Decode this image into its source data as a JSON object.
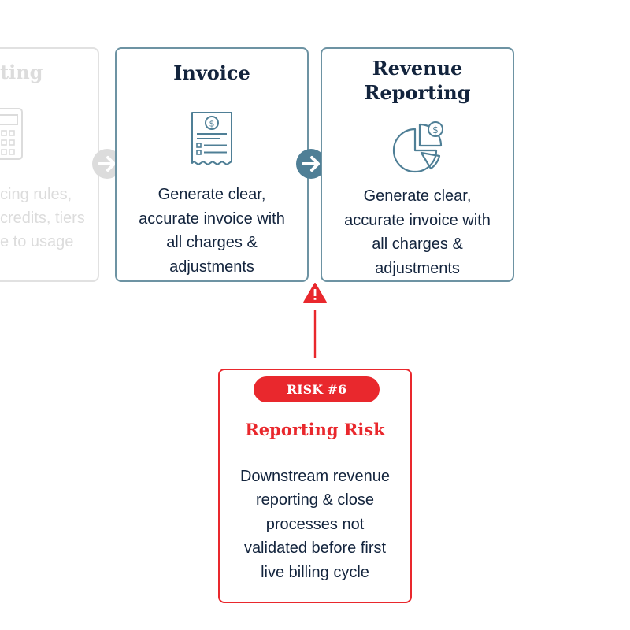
{
  "colors": {
    "accent_teal": "#4f7f96",
    "card_border": "#6d93a3",
    "text_dark": "#13243d",
    "risk_red": "#e9282d",
    "faded_gray": "#dcdcdc"
  },
  "faded_card": {
    "title_fragment": "ting",
    "desc_lines": [
      "cing rules,",
      "credits, tiers",
      "e to usage"
    ],
    "icon": "calculator-icon"
  },
  "steps": [
    {
      "title": "Invoice",
      "icon": "invoice-receipt-icon",
      "desc_lines": [
        "Generate clear,",
        "accurate invoice with",
        "all charges &",
        "adjustments"
      ]
    },
    {
      "title_lines": [
        "Revenue",
        "Reporting"
      ],
      "icon": "pie-chart-dollar-icon",
      "desc_lines": [
        "Generate clear,",
        "accurate invoice with",
        "all charges &",
        "adjustments"
      ]
    }
  ],
  "arrows": [
    "arrow-right-icon",
    "arrow-right-icon"
  ],
  "warning_icon": "warning-triangle-icon",
  "risk": {
    "badge": "RISK #6",
    "title": "Reporting Risk",
    "desc_lines": [
      "Downstream revenue",
      "reporting & close",
      "processes not",
      "validated before first",
      "live billing cycle"
    ]
  }
}
